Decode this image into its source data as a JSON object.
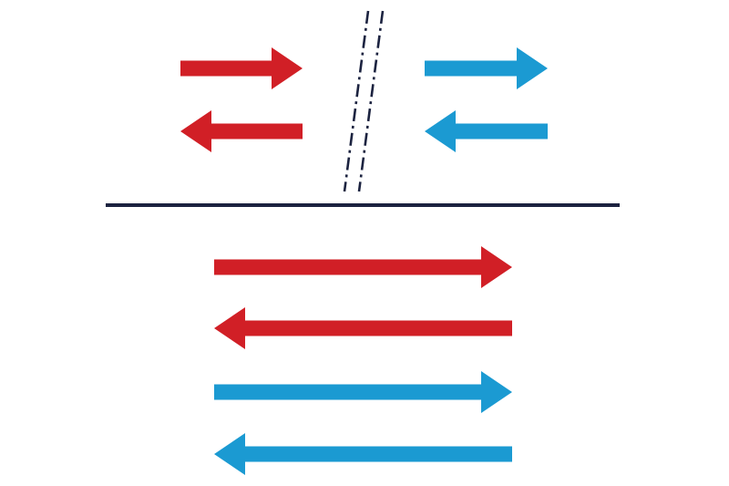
{
  "colors": {
    "background": "#ffffff",
    "red_arrow": "#d11f26",
    "blue_arrow": "#1b9ad2",
    "divider_line": "#1c2340",
    "break_marks": "#1c2340"
  },
  "top_section": {
    "left_group": [
      {
        "direction": "right",
        "color": "red_arrow"
      },
      {
        "direction": "left",
        "color": "red_arrow"
      }
    ],
    "break_symbol": {
      "style": "dash-dot double line"
    },
    "right_group": [
      {
        "direction": "right",
        "color": "blue_arrow"
      },
      {
        "direction": "left",
        "color": "blue_arrow"
      }
    ]
  },
  "bottom_section": {
    "arrows": [
      {
        "direction": "right",
        "color": "red_arrow"
      },
      {
        "direction": "left",
        "color": "red_arrow"
      },
      {
        "direction": "right",
        "color": "blue_arrow"
      },
      {
        "direction": "left",
        "color": "blue_arrow"
      }
    ]
  }
}
